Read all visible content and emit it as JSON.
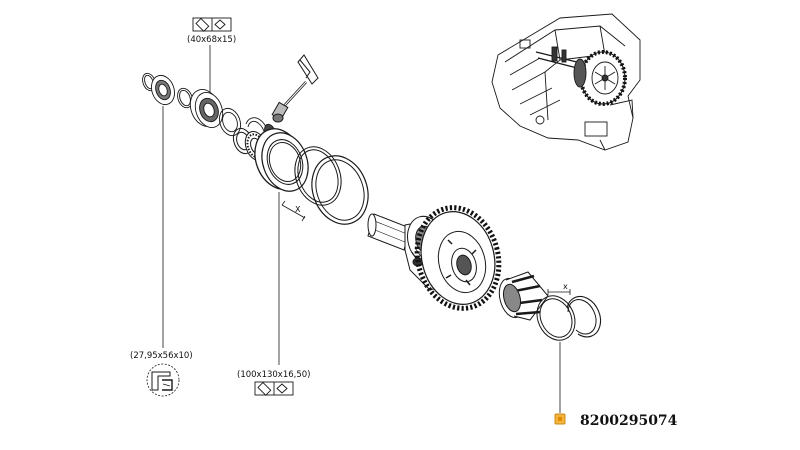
{
  "labels": {
    "bearing_top": "(40x68x15)",
    "bearing_left": "(27,95x56x10)",
    "bearing_bottom": "(100x130x16,50)",
    "part_number": "8200295074",
    "shim_letter": "X",
    "shim_letter_small": "x"
  },
  "colors": {
    "line": "#1a1a1a",
    "callout_marker": "#f3b33d",
    "callout_marker_border": "#c98a12"
  },
  "icons": {
    "bearing_sizes": "bearing-size-icon",
    "seal": "seal-icon",
    "part_marker": "orange-square-marker"
  }
}
